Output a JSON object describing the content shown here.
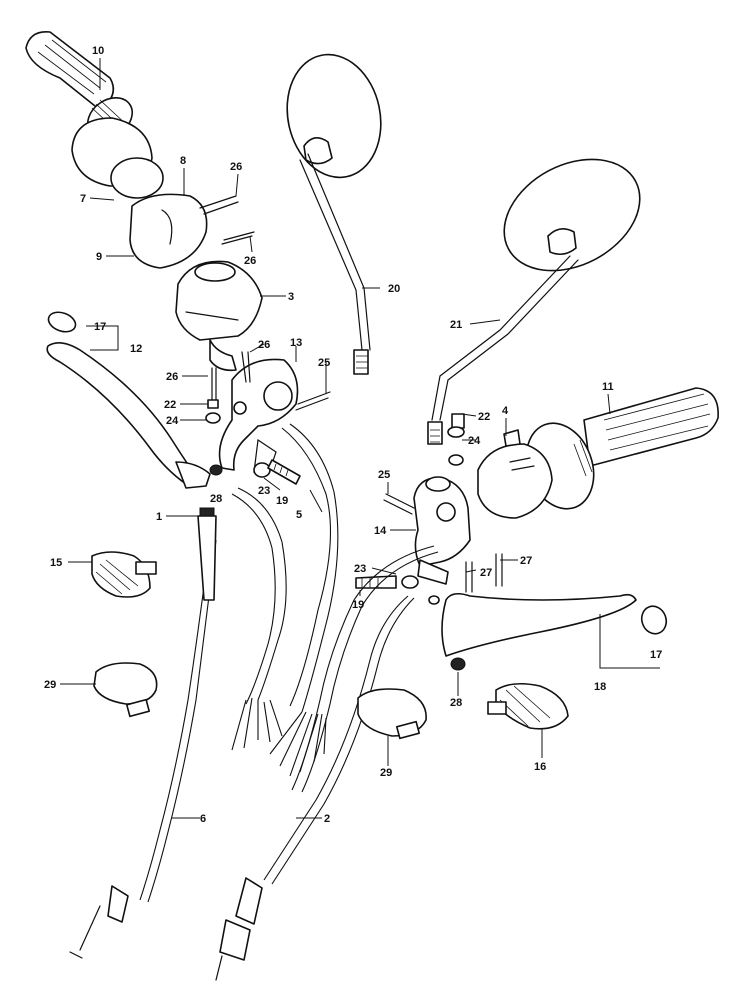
{
  "callouts": {
    "c1": "1",
    "c2": "2",
    "c3": "3",
    "c4": "4",
    "c5": "5",
    "c6": "6",
    "c7": "7",
    "c8": "8",
    "c9": "9",
    "c10": "10",
    "c11": "11",
    "c12": "12",
    "c13": "13",
    "c14": "14",
    "c15": "15",
    "c16": "16",
    "c17a": "17",
    "c17b": "17",
    "c18": "18",
    "c19a": "19",
    "c19b": "19",
    "c20": "20",
    "c21": "21",
    "c22a": "22",
    "c22b": "22",
    "c23a": "23",
    "c23b": "23",
    "c24a": "24",
    "c24b": "24",
    "c25a": "25",
    "c25b": "25",
    "c26a": "26",
    "c26b": "26",
    "c26c": "26",
    "c26d": "26",
    "c27a": "27",
    "c27b": "27",
    "c28a": "28",
    "c28b": "28",
    "c29a": "29",
    "c29b": "29"
  }
}
